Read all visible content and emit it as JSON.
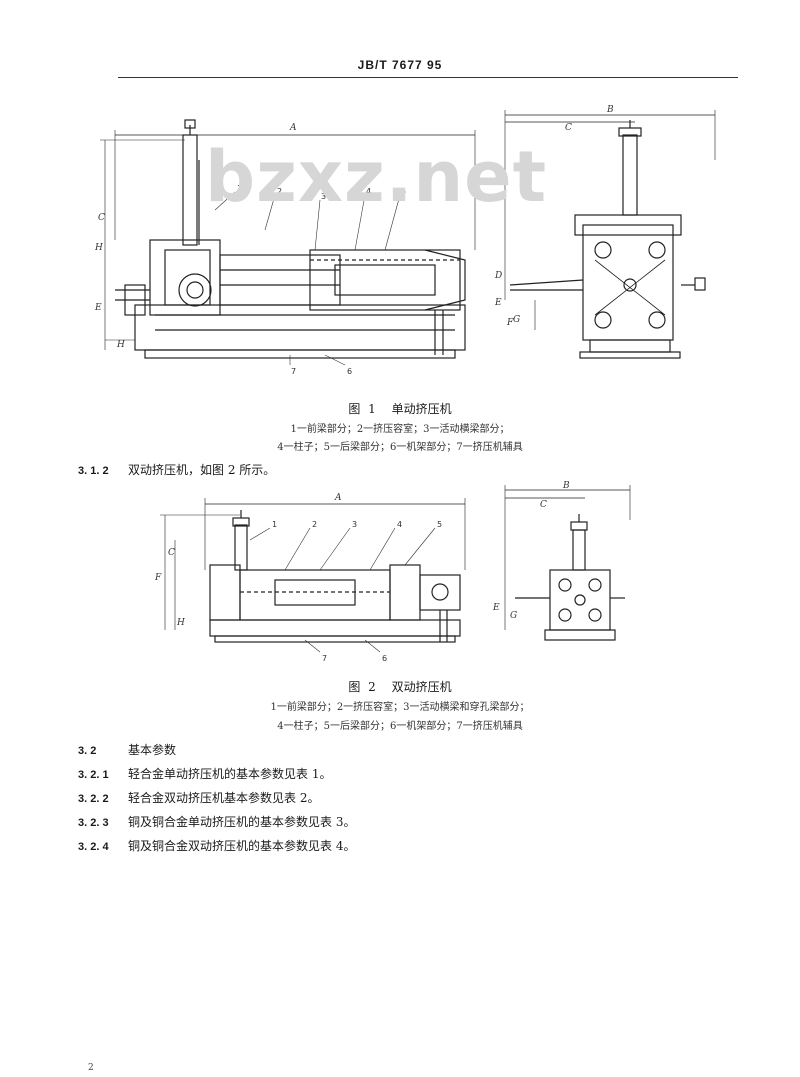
{
  "header": {
    "standard": "JB/T 7677 95"
  },
  "watermark": {
    "text": "bzxz.net"
  },
  "figure1": {
    "caption_num": "图 1",
    "caption_title": "单动挤压机",
    "legend_line1": "1一前梁部分；2一挤压容室；3一活动横梁部分；",
    "legend_line2": "4一柱子；5一后梁部分；6一机架部分；7一挤压机辅具",
    "callouts": [
      "1",
      "2",
      "3",
      "4",
      "5",
      "6",
      "7"
    ],
    "dims": [
      "A",
      "C",
      "H",
      "H",
      "F",
      "E",
      "B",
      "C",
      "D",
      "E",
      "G"
    ]
  },
  "section_312": {
    "num": "3. 1. 2",
    "text": "双动挤压机，如图 2 所示。"
  },
  "figure2": {
    "caption_num": "图 2",
    "caption_title": "双动挤压机",
    "legend_line1": "1一前梁部分；2一挤压容室；3一活动横梁和穿孔梁部分；",
    "legend_line2": "4一柱子；5一后梁部分；6一机架部分；7一挤压机辅具",
    "callouts": [
      "1",
      "2",
      "3",
      "4",
      "5",
      "7",
      "6"
    ],
    "dims": [
      "A",
      "C",
      "F",
      "H",
      "B",
      "C",
      "E",
      "G"
    ]
  },
  "sections": [
    {
      "num": "3. 2",
      "text": "基本参数"
    },
    {
      "num": "3. 2. 1",
      "text": "轻合金单动挤压机的基本参数见表 1。"
    },
    {
      "num": "3. 2. 2",
      "text": "轻合金双动挤压机基本参数见表 2。"
    },
    {
      "num": "3. 2. 3",
      "text": "铜及铜合金单动挤压机的基本参数见表 3。"
    },
    {
      "num": "3. 2. 4",
      "text": "铜及铜合金双动挤压机的基本参数见表 4。"
    }
  ],
  "footer": {
    "page": "2"
  }
}
